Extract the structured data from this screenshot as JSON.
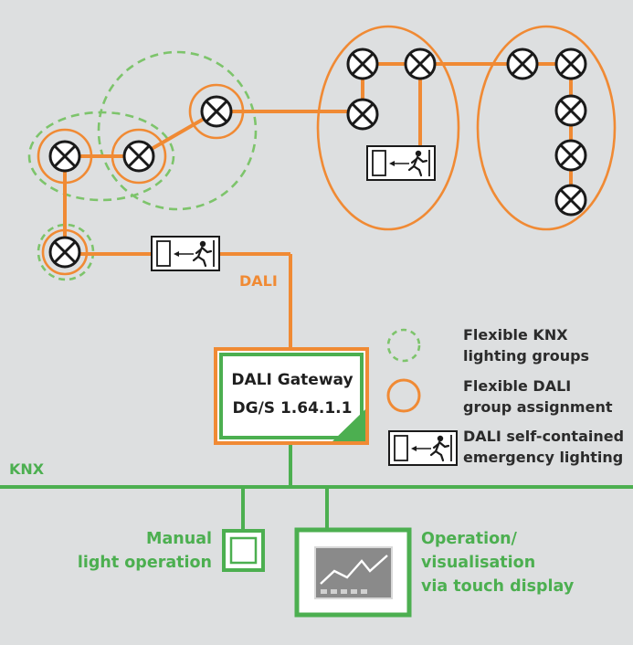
{
  "colors": {
    "background": "#dddfe0",
    "dali_orange": "#f08a34",
    "knx_green": "#4caf50",
    "legend_green_dashed": "#7dc46b",
    "lamp_black": "#1a1a1a"
  },
  "labels": {
    "dali_line": "DALI",
    "knx_bus": "KNX"
  },
  "gateway": {
    "line1": "DALI Gateway",
    "line2": "DG/S 1.64.1.1"
  },
  "legend": {
    "knx_groups": [
      "Flexible KNX",
      "lighting groups"
    ],
    "dali_groups": [
      "Flexible DALI",
      "group assignment"
    ],
    "emergency": [
      "DALI self-contained",
      "emergency lighting"
    ]
  },
  "devices": {
    "manual": [
      "Manual",
      "light operation"
    ],
    "touch": [
      "Operation/",
      "visualisation",
      "via touch display"
    ]
  },
  "icons": {
    "lamp": "lamp-cross-icon",
    "exit_sign": "emergency-exit-icon",
    "push_button": "push-button-icon",
    "touch_display": "touch-display-icon"
  }
}
